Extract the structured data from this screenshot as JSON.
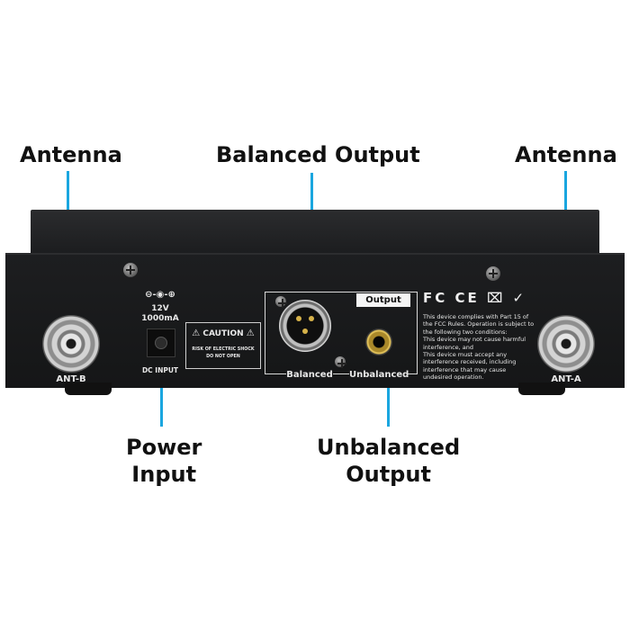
{
  "callouts": {
    "antenna_left": "Antenna",
    "balanced_output": "Balanced Output",
    "antenna_right": "Antenna",
    "power_input_line1": "Power",
    "power_input_line2": "Input",
    "unbalanced_line1": "Unbalanced",
    "unbalanced_line2": "Output"
  },
  "panel_labels": {
    "ant_b": "ANT-B",
    "ant_a": "ANT-A",
    "voltage": "12V",
    "current": "1000mA",
    "dc_input": "DC INPUT",
    "caution": "CAUTION",
    "caution_line1": "RISK OF ELECTRIC SHOCK",
    "caution_line2": "DO NOT OPEN",
    "output": "Output",
    "balanced": "Balanced",
    "unbalanced": "Unbalanced",
    "polarity_symbol": "⊖-◉-⊕"
  },
  "compliance": {
    "marks": "FC CE ⌧ ✓",
    "fcc_lines": [
      "This device complies with Part 15 of",
      "the FCC Rules. Operation is subject to",
      "the following two conditions:",
      "This device may not cause harmful",
      "interference, and",
      "This device must accept any",
      "interference received, including",
      "interference that may cause",
      "undesired operation."
    ]
  },
  "colors": {
    "leader_line": "#1aa6df",
    "chassis": "#1b1c1e"
  }
}
